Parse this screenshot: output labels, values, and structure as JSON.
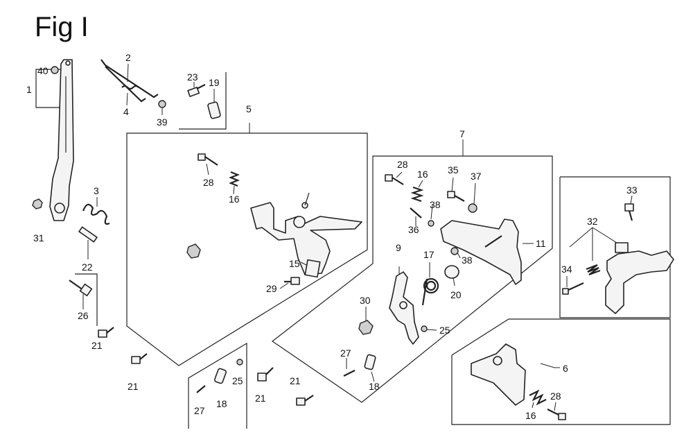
{
  "figure": {
    "title": "Fig I"
  },
  "callouts": {
    "c40": "40",
    "c1": "1",
    "c31": "31",
    "c2": "2",
    "c4": "4",
    "c39": "39",
    "c23": "23",
    "c19": "19",
    "c3": "3",
    "c22": "22",
    "c26": "26",
    "c21a": "21",
    "c21b": "21",
    "c5": "5",
    "c28a": "28",
    "c16a": "16",
    "c15": "15",
    "c29": "29",
    "c27a": "27",
    "c18a": "18",
    "c25a": "25",
    "c21c": "21",
    "c21d": "21",
    "c7": "7",
    "c28b": "28",
    "c16b": "16",
    "c35": "35",
    "c37": "37",
    "c38a": "38",
    "c36": "36",
    "c38b": "38",
    "c11": "11",
    "c9": "9",
    "c17": "17",
    "c20": "20",
    "c30": "30",
    "c25b": "25",
    "c27b": "27",
    "c18b": "18",
    "c33": "33",
    "c32": "32",
    "c34": "34",
    "c6": "6",
    "c16c": "16",
    "c28c": "28"
  }
}
